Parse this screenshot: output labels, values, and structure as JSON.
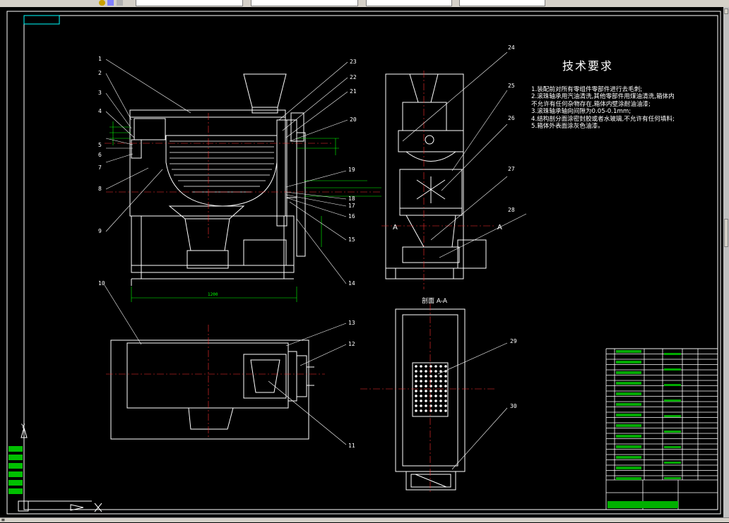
{
  "app": {
    "colors": {
      "canvas": "#000000",
      "geometry": "#ffffff",
      "dimension": "#00ff00",
      "centerline": "#ff3030",
      "hidden": "#00ffff",
      "toolbar": "#d4d0c8"
    }
  },
  "tech_requirements": {
    "title": "技术要求",
    "lines": [
      "1.装配前对所有零组件零部件进行去毛刺;",
      "2.滚珠轴承用汽油清洗,其他零部件用煤油清洗,箱体内",
      "  不允许有任何杂物存在,箱体内壁涂耐油油漆;",
      "3.滚珠轴承轴向间隙为0.05-0.1mm;",
      "4.结构剖分面涂密封胶或者水玻璃,不允许有任何填料;",
      "5.箱体外表面涂灰色油漆。"
    ]
  },
  "part_numbers": {
    "front_left": [
      "1",
      "2",
      "3",
      "4",
      "5",
      "6",
      "7",
      "8",
      "9"
    ],
    "front_right": [
      "23",
      "22",
      "21",
      "20",
      "19",
      "18",
      "17",
      "16",
      "15",
      "14"
    ],
    "side": [
      "24",
      "25",
      "26",
      "27",
      "28"
    ],
    "top": [
      "10",
      "13",
      "12",
      "11"
    ],
    "section": [
      "29",
      "30"
    ]
  },
  "section_label": "剖面 A-A",
  "section_marks": [
    "A",
    "A"
  ],
  "dim_width": "1200",
  "ucs": {
    "y": "Y",
    "x": "X"
  }
}
